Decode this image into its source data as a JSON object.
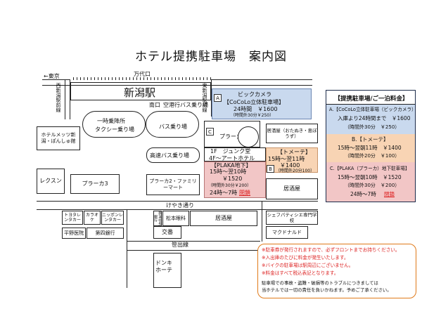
{
  "title": "ホテル提携駐車場　案内図",
  "streets": {
    "to_tokyo": "←東京",
    "mandai": "万代口",
    "keyaki": "けやき通り",
    "sasade": "笹出線"
  },
  "rail": {
    "left_label": "西新潟駅前線",
    "right_label": "東新潟駅前線"
  },
  "station": {
    "name": "新潟駅",
    "exit": "南口",
    "airport_bus": "空港行バス乗り場"
  },
  "taxi": {
    "line1": "一時乗降所",
    "line2": "タクシー乗り場"
  },
  "bus": "バス乗り場",
  "highway_bus": "高速バス乗り場",
  "buildings": {
    "hotel_mets": "ホテルメッツ新潟・ぽんしゅ館",
    "lexon": "レクスン",
    "plaka3": "プラーカ3",
    "plaka1": "プラーカ1",
    "plaka2": "プラーカ2・ファミリーマート",
    "izakaya_a": "居酒屋（おたぬき・恵ぼうず）",
    "izakaya_b": "居酒屋",
    "toyota": "トヨタレンタカー",
    "karaoke": "カラオケ",
    "nissan": "ニッポンレンタカー",
    "hirano": "平野医院",
    "daishi": "第四銀行",
    "bank_small": "新潟中央銀行",
    "matsumoto": "松本眼科",
    "izakaya_c": "居酒屋",
    "koban": "交番",
    "chef": "シェフパティシエ専門学校",
    "mcdonalds": "マクドナルド",
    "donki": "ドンキホーテ"
  },
  "hotel": {
    "floor": "1F　ジュンク堂",
    "floor4": "4F～アートホテル"
  },
  "parking_a": {
    "marker": "A",
    "name": "ビックカメラ",
    "sub": "【CoCoLo立体駐車場】",
    "hours": "24時間　￥1600",
    "note": "（時間外30分￥250）"
  },
  "parking_b": {
    "marker": "B",
    "name": "【トメーテ】",
    "hours": "15時～翌11時",
    "price": "￥1400",
    "note": "（時間外20分100）"
  },
  "parking_c": {
    "marker": "C",
    "name": "【PLAKA地下】",
    "hours": "15時～翌10時",
    "price": "￥1520",
    "note": "（時間外30分￥200）",
    "hours2": "24時～7時",
    "closed": "閉鎖"
  },
  "legend": {
    "header": "【提携駐車場/ご一泊料金】",
    "a_title": "A.【CoCoLo立体駐車場（ビックカメラ）",
    "a_line1": "入庫より24時間まで　￥1600",
    "a_line2": "（時間外30分　￥250）",
    "b_title": "B.【トメーテ】",
    "b_line1": "15時～翌朝11時　￥1400",
    "b_line2": "（時間外20分　￥100）",
    "c_title": "C.【PLAKA（プラーカ）地下駐車場】",
    "c_line1": "15時～翌朝10時　￥1520",
    "c_line2": "（時間外30分　￥200）",
    "c_line3": "24時～7時",
    "c_closed": "閉鎖"
  },
  "notice": {
    "line1": "※駐車券が発行されますので、必ずフロントまでお持ちください。",
    "line2": "※入出庫のたびに料金が発生いたします。",
    "line3": "※バイクの駐車場は駅周辺にございません。",
    "line4": "※料金はすべて税込表記となります。",
    "line5": "駐車場での事故・盗難・破損等のトラブルにつきましては",
    "line6": "当ホテルでは一切の責任を負いかねます。予めご了承ください。"
  },
  "colors": {
    "parking_a_fill": "#c9d9ee",
    "parking_b_fill": "#f8d4b4",
    "parking_c_fill": "#f2c6c6",
    "legend_a_fill": "#c9d9ee",
    "legend_b_fill": "#f8d4b4",
    "legend_c_fill": "#f2c6c6",
    "legend_border": "#1c2b4a",
    "notice_border": "#e07a1a",
    "notice_red": "#dd2222"
  }
}
